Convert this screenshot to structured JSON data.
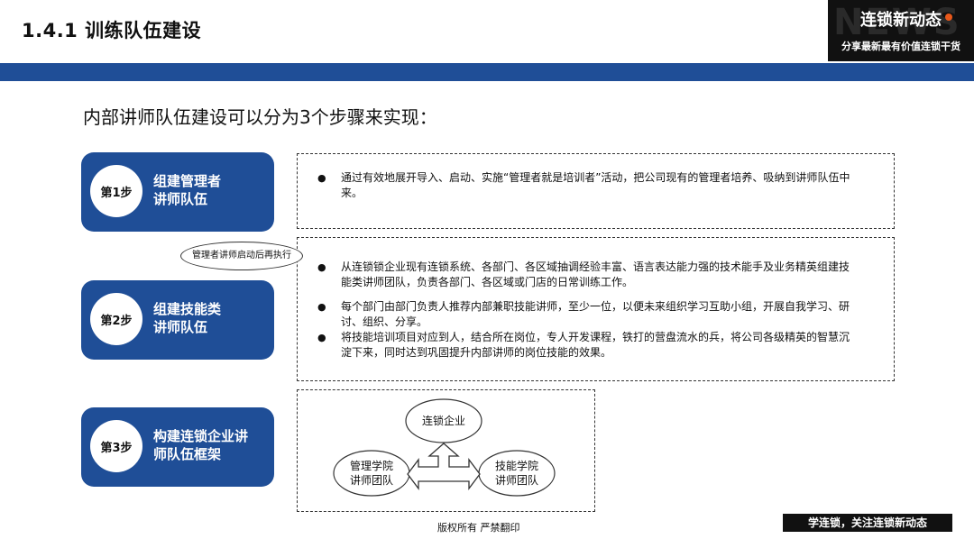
{
  "header": {
    "section_title": "1.4.1 训练队伍建设",
    "brand_title": "连锁新动态",
    "brand_watermark": "NEWS",
    "brand_slogan": "分享最新最有价值连锁干货",
    "bar_color": "#1f4e97"
  },
  "intro": "内部讲师队伍建设可以分为3个步骤来实现：",
  "steps": [
    {
      "badge": "第1步",
      "title": "组建管理者\n讲师队伍",
      "bullets": [
        "通过有效地展开导入、启动、实施“管理者就是培训者”活动，把公司现有的管理者培养、吸纳到讲师队伍中来。"
      ]
    },
    {
      "badge": "第2步",
      "title": "组建技能类\n讲师队伍",
      "bullets": [
        "从连锁锁企业现有连锁系统、各部门、各区域抽调经验丰富、语言表达能力强的技术能手及业务精英组建技能类讲师团队，负责各部门、各区域或门店的日常训练工作。",
        "每个部门由部门负责人推荐内部兼职技能讲师，至少一位，以便未来组织学习互助小组，开展自我学习、研讨、组织、分享。",
        "将技能培训项目对应到人，结合所在岗位，专人开发课程，铁打的营盘流水的兵，将公司各级精英的智慧沉淀下来，同时达到巩固提升内部讲师的岗位技能的效果。"
      ]
    },
    {
      "badge": "第3步",
      "title": "构建连锁企业讲\n师队伍框架",
      "bullets": []
    }
  ],
  "callout": "管理者讲师启动后再执行",
  "diagram": {
    "top": "连锁企业",
    "left_line1": "管理学院",
    "left_line2": "讲师团队",
    "right_line1": "技能学院",
    "right_line2": "讲师团队"
  },
  "footer": {
    "copyright": "版权所有  严禁翻印",
    "tag": "学连锁，关注连锁新动态"
  },
  "colors": {
    "accent": "#1f4e97",
    "brand_dot": "#e8581b"
  }
}
